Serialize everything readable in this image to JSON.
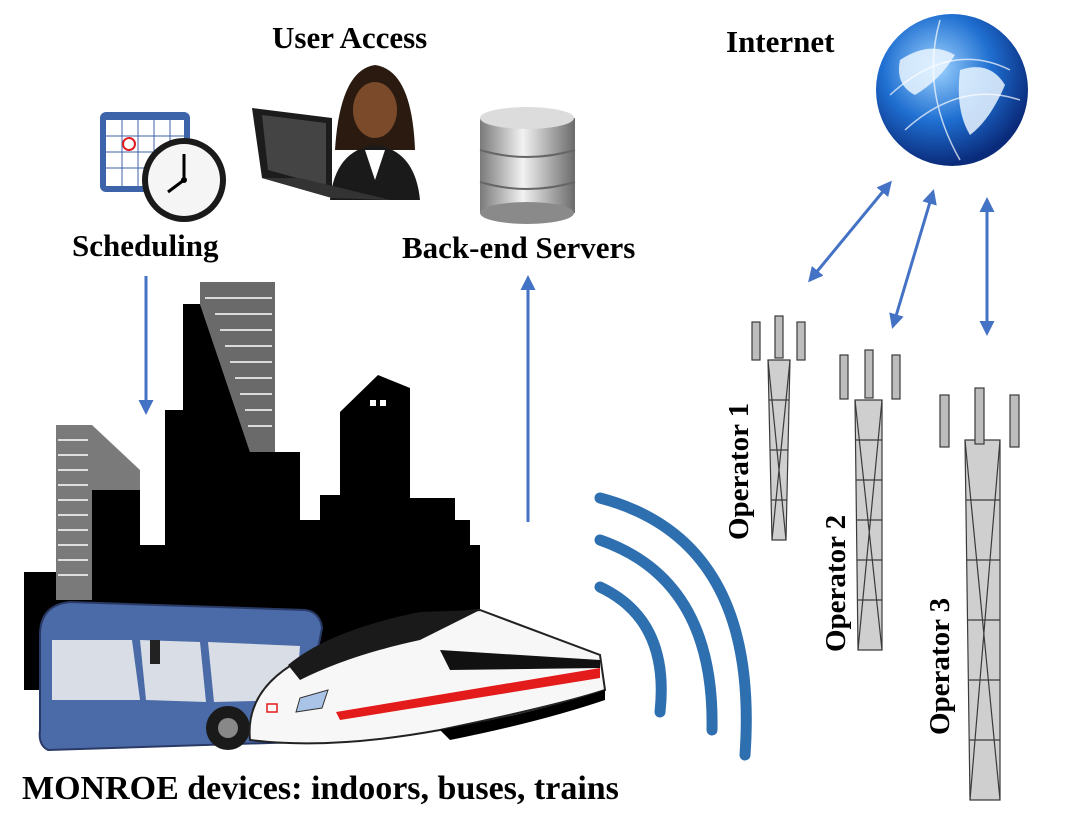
{
  "labels": {
    "user_access": "User Access",
    "internet": "Internet",
    "scheduling": "Scheduling",
    "backend_servers": "Back-end Servers",
    "monroe_devices": "MONROE devices: indoors, buses, trains"
  },
  "operators": [
    "Operator 1",
    "Operator 2",
    "Operator 3"
  ],
  "colors": {
    "arrow": "#4472c4",
    "wave": "#2e6fb0",
    "city": "#000000",
    "bus": "#4a6aa8",
    "train_stripe": "#e31b1b"
  },
  "icons": [
    "calendar-clock-icon",
    "user-laptop-icon",
    "database-icon",
    "globe-icon",
    "cell-tower-icon"
  ]
}
